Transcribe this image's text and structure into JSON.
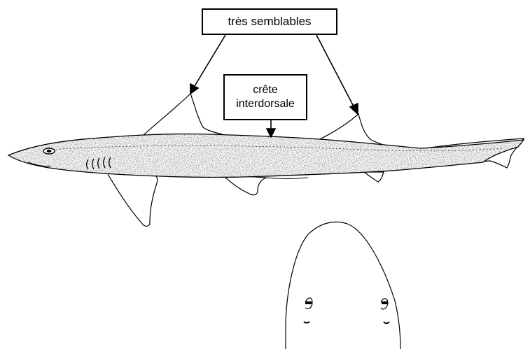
{
  "labels": {
    "similar": "très semblables",
    "crest_line1": "crête",
    "crest_line2": "interdorsale"
  },
  "colors": {
    "ink": "#000000",
    "background": "#ffffff"
  }
}
